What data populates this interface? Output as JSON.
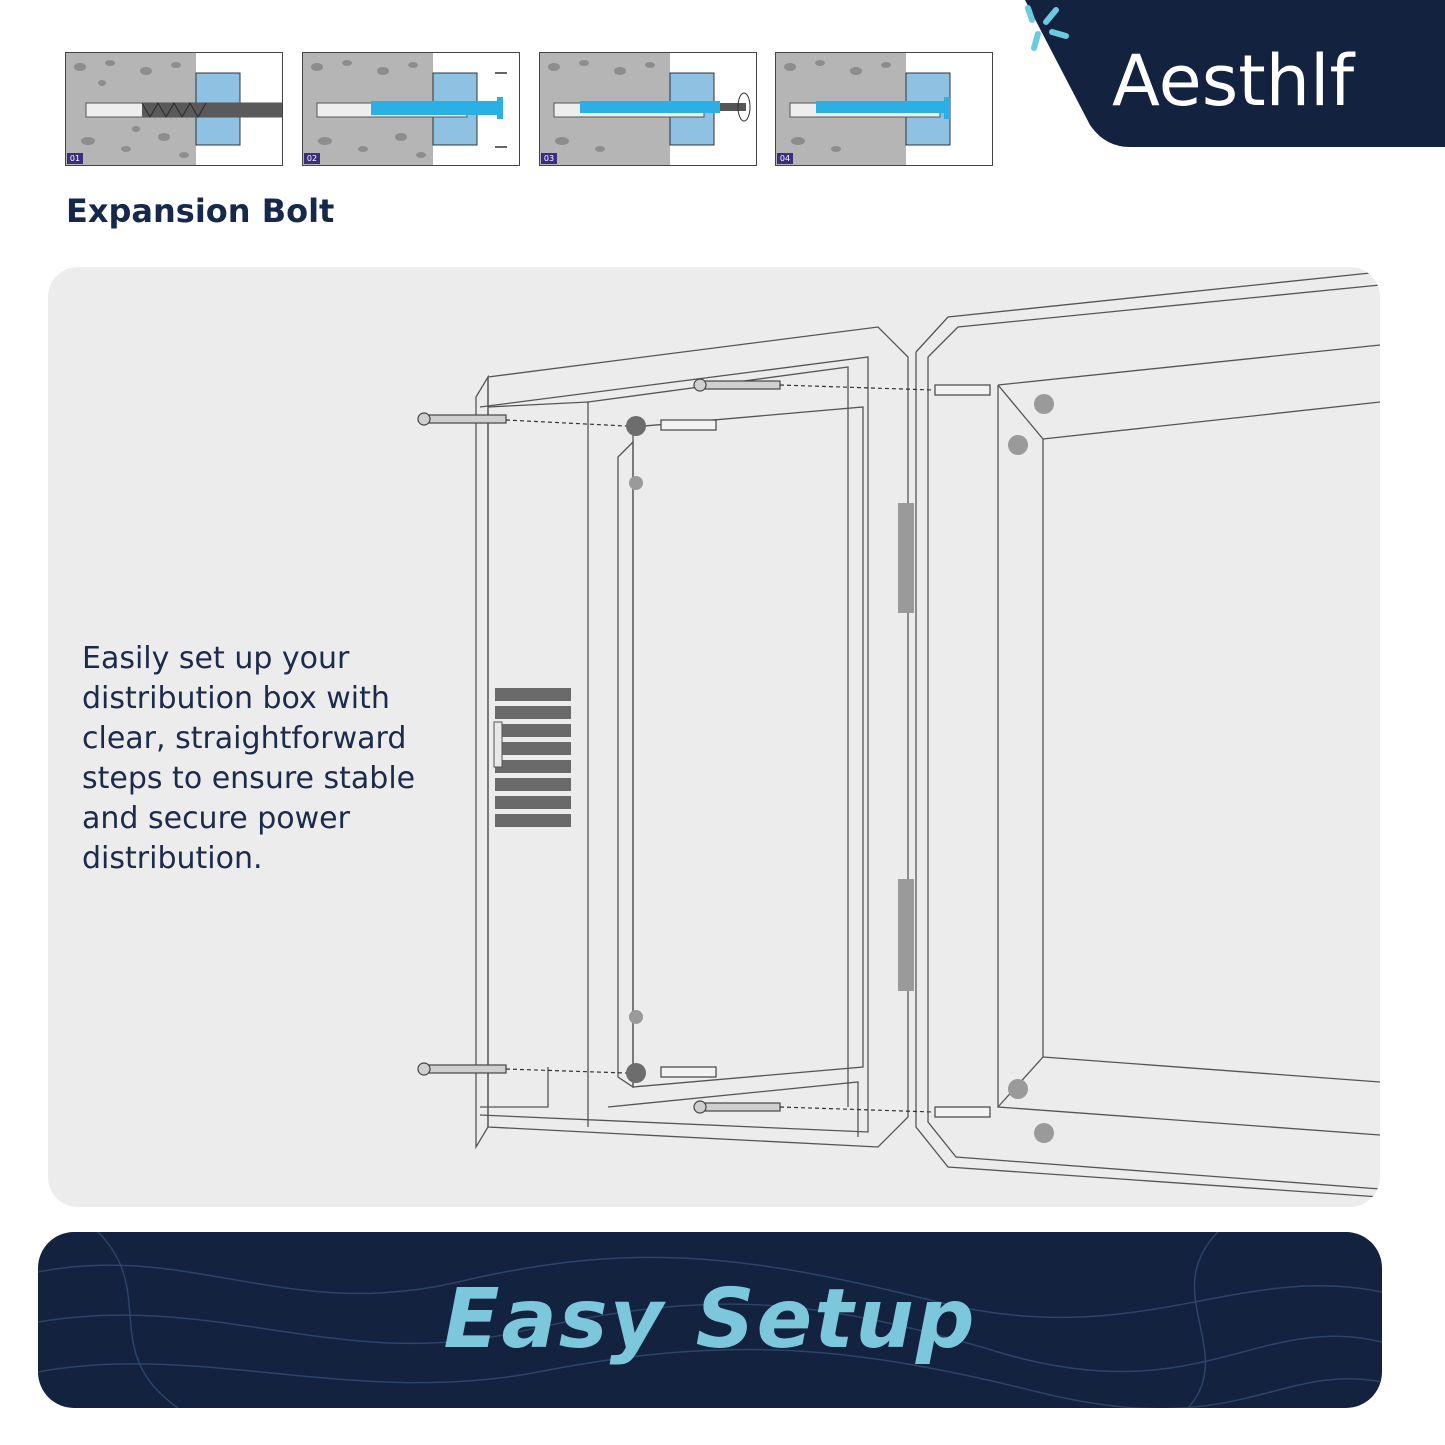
{
  "brand": {
    "name": "Aesthlf",
    "bg_color": "#12223f",
    "accent_color": "#6ccae0"
  },
  "steps": {
    "title": "Expansion Bolt",
    "items": [
      {
        "number": "01"
      },
      {
        "number": "02"
      },
      {
        "number": "03"
      },
      {
        "number": "04"
      }
    ]
  },
  "main": {
    "description": "Easily set up your distribution box with clear, straightforward steps to ensure stable and secure power distribution."
  },
  "banner": {
    "title": "Easy Setup",
    "text_color": "#7cc7db",
    "bg_color": "#12223f"
  }
}
